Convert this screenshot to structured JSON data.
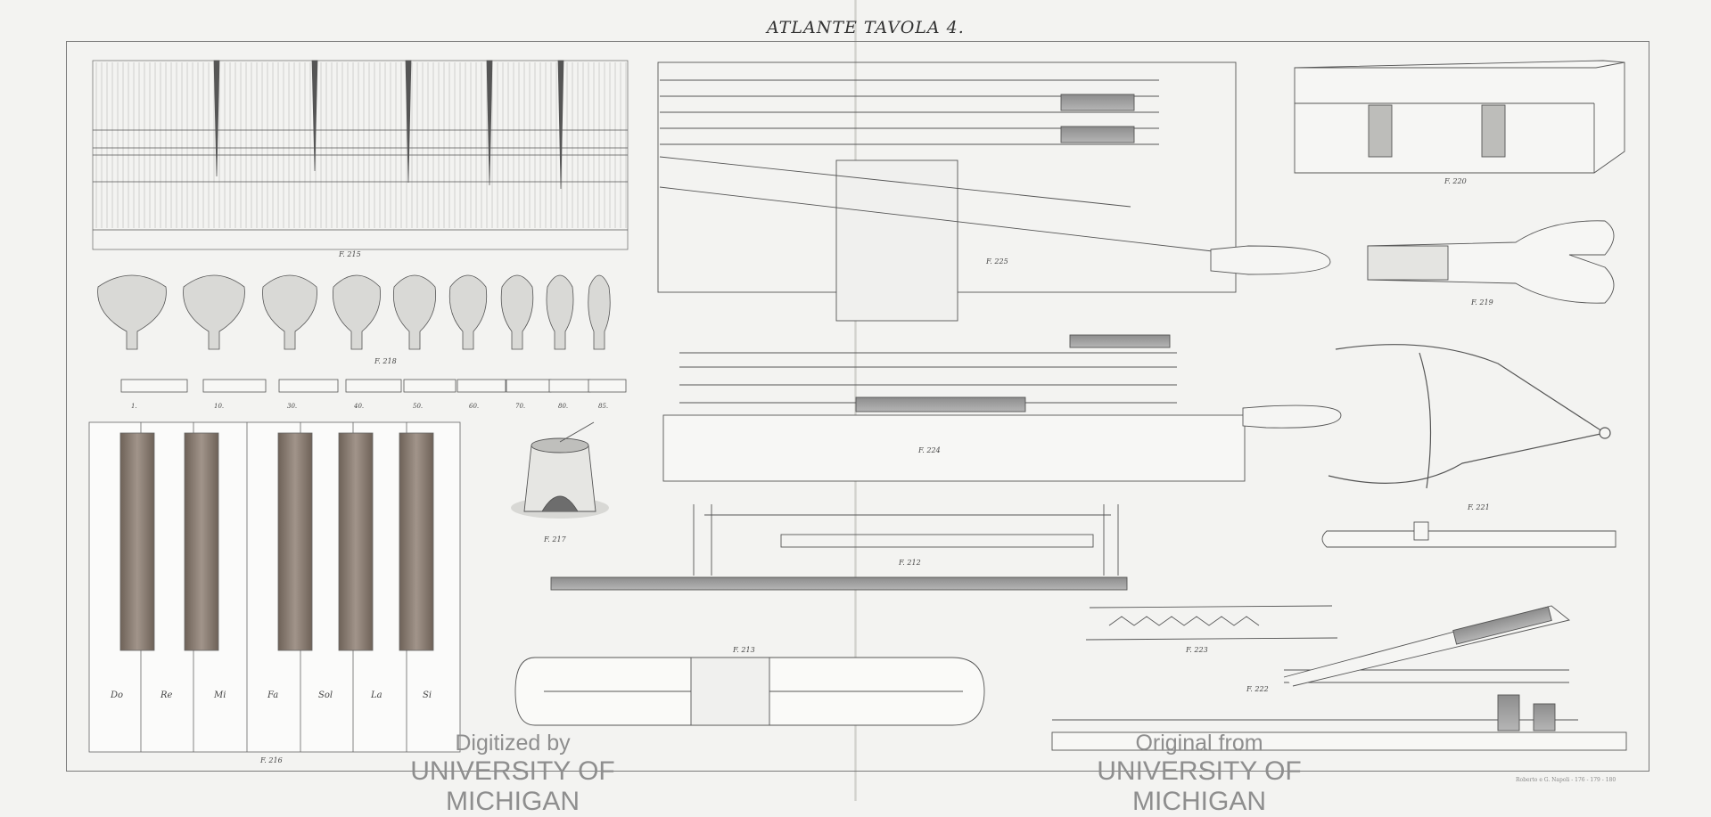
{
  "header": {
    "title": "ATLANTE TAVOLA 4."
  },
  "figures": {
    "f215": "F. 215",
    "f216": "F. 216",
    "f217": "F. 217",
    "f218": "F. 218",
    "f219": "F. 219",
    "f220": "F. 220",
    "f221": "F. 221",
    "f222": "F. 222",
    "f223": "F. 223",
    "f224": "F. 224",
    "f225": "F. 225",
    "f212": "F. 212",
    "f213": "F. 213"
  },
  "notes": [
    "Do",
    "Re",
    "Mi",
    "Fa",
    "Sol",
    "La",
    "Si"
  ],
  "hammer_labels": [
    "1.",
    "10.",
    "30.",
    "40.",
    "50.",
    "60.",
    "70.",
    "80.",
    "85."
  ],
  "imprint": "Roberto e G. Napoli - 176 - 179 - 180",
  "watermark": {
    "left_top": "Digitized by",
    "left_bottom": "UNIVERSITY OF MICHIGAN",
    "right_top": "Original from",
    "right_bottom": "UNIVERSITY OF MICHIGAN"
  },
  "colors": {
    "paper": "#f3f3f1",
    "ink": "#444444",
    "key_dark": "#7d7066",
    "watermark": "#8e8e8e"
  }
}
